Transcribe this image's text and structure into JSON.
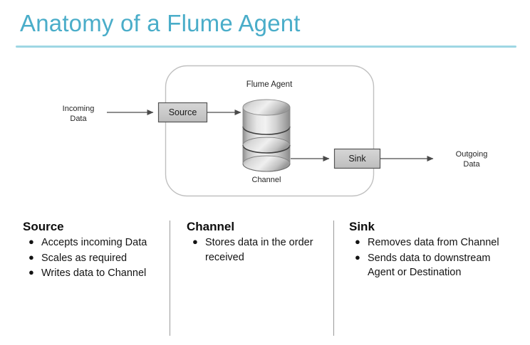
{
  "slide": {
    "title": "Anatomy of a Flume Agent",
    "title_color": "#4aadc9",
    "rule_color": "#9ed7e4"
  },
  "diagram": {
    "agent_label": "Flume Agent",
    "incoming_label_line1": "Incoming",
    "incoming_label_line2": "Data",
    "outgoing_label_line1": "Outgoing",
    "outgoing_label_line2": "Data",
    "source_box": "Source",
    "sink_box": "Sink",
    "channel_label": "Channel",
    "box_fill": "#c9c9c9",
    "box_stroke": "#555555",
    "arrow_color": "#4a4a4a",
    "agent_border_color": "#bdbdbd",
    "cylinder_fill": "#c4c4c4"
  },
  "columns": [
    {
      "title": "Source",
      "bullet": "●",
      "items": [
        "Accepts incoming Data",
        "Scales as required",
        "Writes data to Channel"
      ]
    },
    {
      "title": "Channel",
      "bullet": "●",
      "items": [
        "Stores data in the order received"
      ]
    },
    {
      "title": "Sink",
      "bullet": "●",
      "items": [
        "Removes data from Channel",
        "Sends data to downstream Agent or Destination"
      ]
    }
  ]
}
